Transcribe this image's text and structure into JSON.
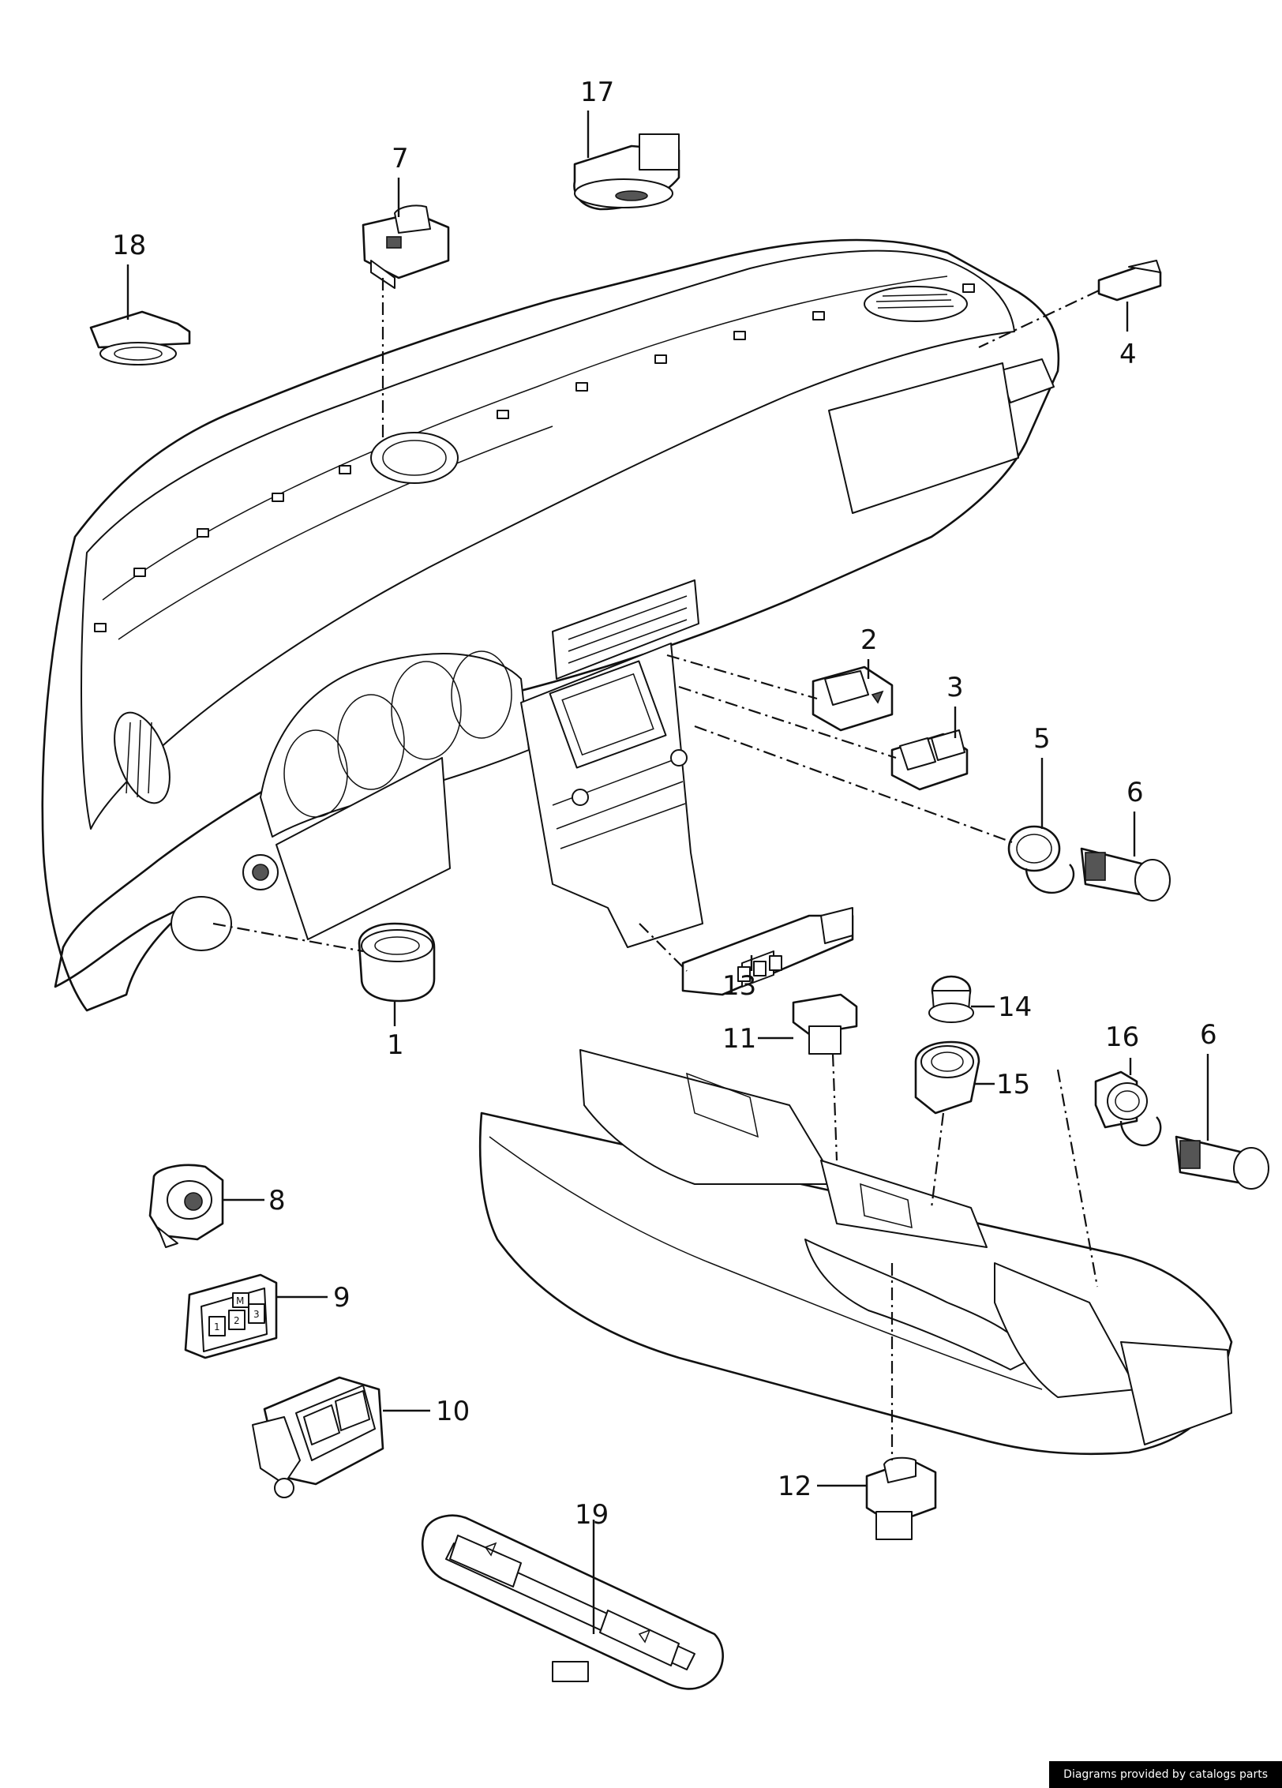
{
  "parts": [
    {
      "id": "1",
      "label": "1"
    },
    {
      "id": "2",
      "label": "2"
    },
    {
      "id": "3",
      "label": "3"
    },
    {
      "id": "4",
      "label": "4"
    },
    {
      "id": "5",
      "label": "5"
    },
    {
      "id": "6a",
      "label": "6"
    },
    {
      "id": "6b",
      "label": "6"
    },
    {
      "id": "7",
      "label": "7"
    },
    {
      "id": "8",
      "label": "8"
    },
    {
      "id": "9",
      "label": "9"
    },
    {
      "id": "10",
      "label": "10"
    },
    {
      "id": "11",
      "label": "11"
    },
    {
      "id": "12",
      "label": "12"
    },
    {
      "id": "13",
      "label": "13"
    },
    {
      "id": "14",
      "label": "14"
    },
    {
      "id": "15",
      "label": "15"
    },
    {
      "id": "16",
      "label": "16"
    },
    {
      "id": "17",
      "label": "17"
    },
    {
      "id": "18",
      "label": "18"
    },
    {
      "id": "19",
      "label": "19"
    }
  ],
  "switch_markings": {
    "memory_key": "M",
    "preset_1": "1",
    "preset_2": "2",
    "preset_3": "3"
  },
  "credit": "Diagrams provided by catalogs parts"
}
